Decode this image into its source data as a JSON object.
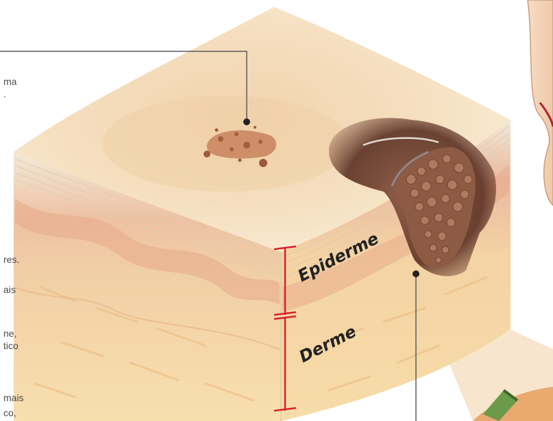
{
  "side_text_fragments": [
    "ma",
    ".",
    "res.",
    "ais",
    "ne,",
    "tico",
    "mais",
    "co,"
  ],
  "layer_labels": {
    "epidermis": "Epiderme",
    "dermis": "Derme"
  },
  "colors": {
    "skin_surface": "#f6dfb7",
    "epidermis_band": "#e9b79b",
    "dermis": "#f7d9a6",
    "tumor": "#6e4030",
    "lesion_spot": "#c47d58",
    "depth_bracket": "#d8202a",
    "leader_line": "#5a5a5a"
  }
}
